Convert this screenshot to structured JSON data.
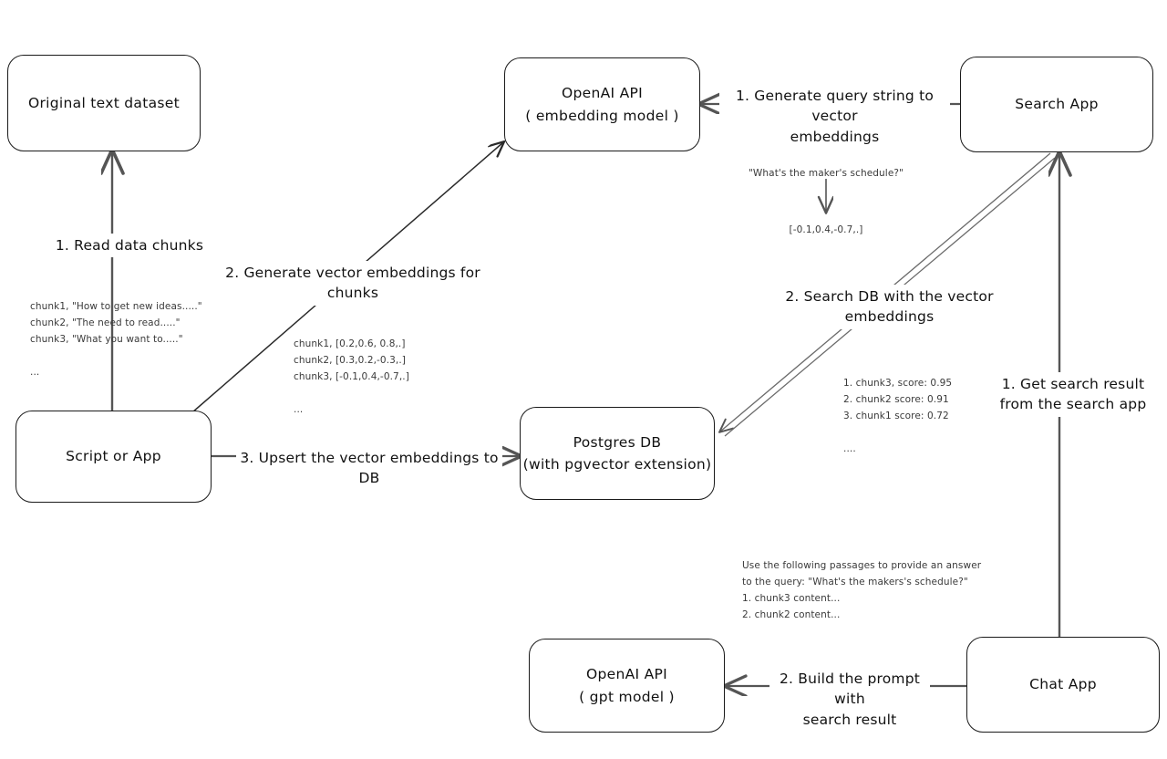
{
  "diagram": {
    "title": "Vector search / RAG architecture flow",
    "style": "hand-drawn whiteboard",
    "background_color": "#ffffff",
    "stroke_color": "#1a1a1a",
    "wire_color": "#555555",
    "note_color": "#3a3a3a"
  },
  "nodes": [
    {
      "id": "original-text-dataset",
      "label": "Original text dataset"
    },
    {
      "id": "openai-embedding",
      "label": "OpenAI API\n( embedding model )"
    },
    {
      "id": "search-app",
      "label": "Search App"
    },
    {
      "id": "script-or-app",
      "label": "Script or App"
    },
    {
      "id": "postgres-db",
      "label": "Postgres DB\n(with pgvector extension)"
    },
    {
      "id": "openai-gpt",
      "label": "OpenAI API\n( gpt model )"
    },
    {
      "id": "chat-app",
      "label": "Chat App"
    }
  ],
  "edge_labels": {
    "read_data_chunks": "1. Read data chunks",
    "generate_vector_embeddings": "2. Generate vector embeddings for chunks",
    "upsert_to_db": "3. Upsert the vector embeddings  to DB",
    "generate_query_embeddings": "1. Generate query string to vector\nembeddings",
    "search_db": "2. Search DB with the vector embeddings",
    "get_search_result": "1. Get search result\nfrom the search app",
    "build_prompt": "2. Build the prompt with\nsearch result"
  },
  "notes": {
    "chunks_text": "chunk1, \"How to get new ideas.....\"\nchunk2, \"The need to read.....\"\nchunk3, \"What you want to.....\"\n\n...",
    "chunk_embeddings": "chunk1, [0.2,0.6, 0.8,.]\nchunk2, [0.3,0.2,-0.3,.]\nchunk3, [-0.1,0.4,-0.7,.]\n\n...",
    "query_string": "\"What's the maker's schedule?\"",
    "query_vector": "[-0.1,0.4,-0.7,.]",
    "search_results": "1. chunk3, score: 0.95\n2. chunk2 score: 0.91\n3. chunk1 score: 0.72\n\n....",
    "prompt_text": "Use the following passages to provide an answer\nto the query: \"What's the makers's schedule?\"\n1. chunk3 content...\n2. chunk2 content..."
  }
}
